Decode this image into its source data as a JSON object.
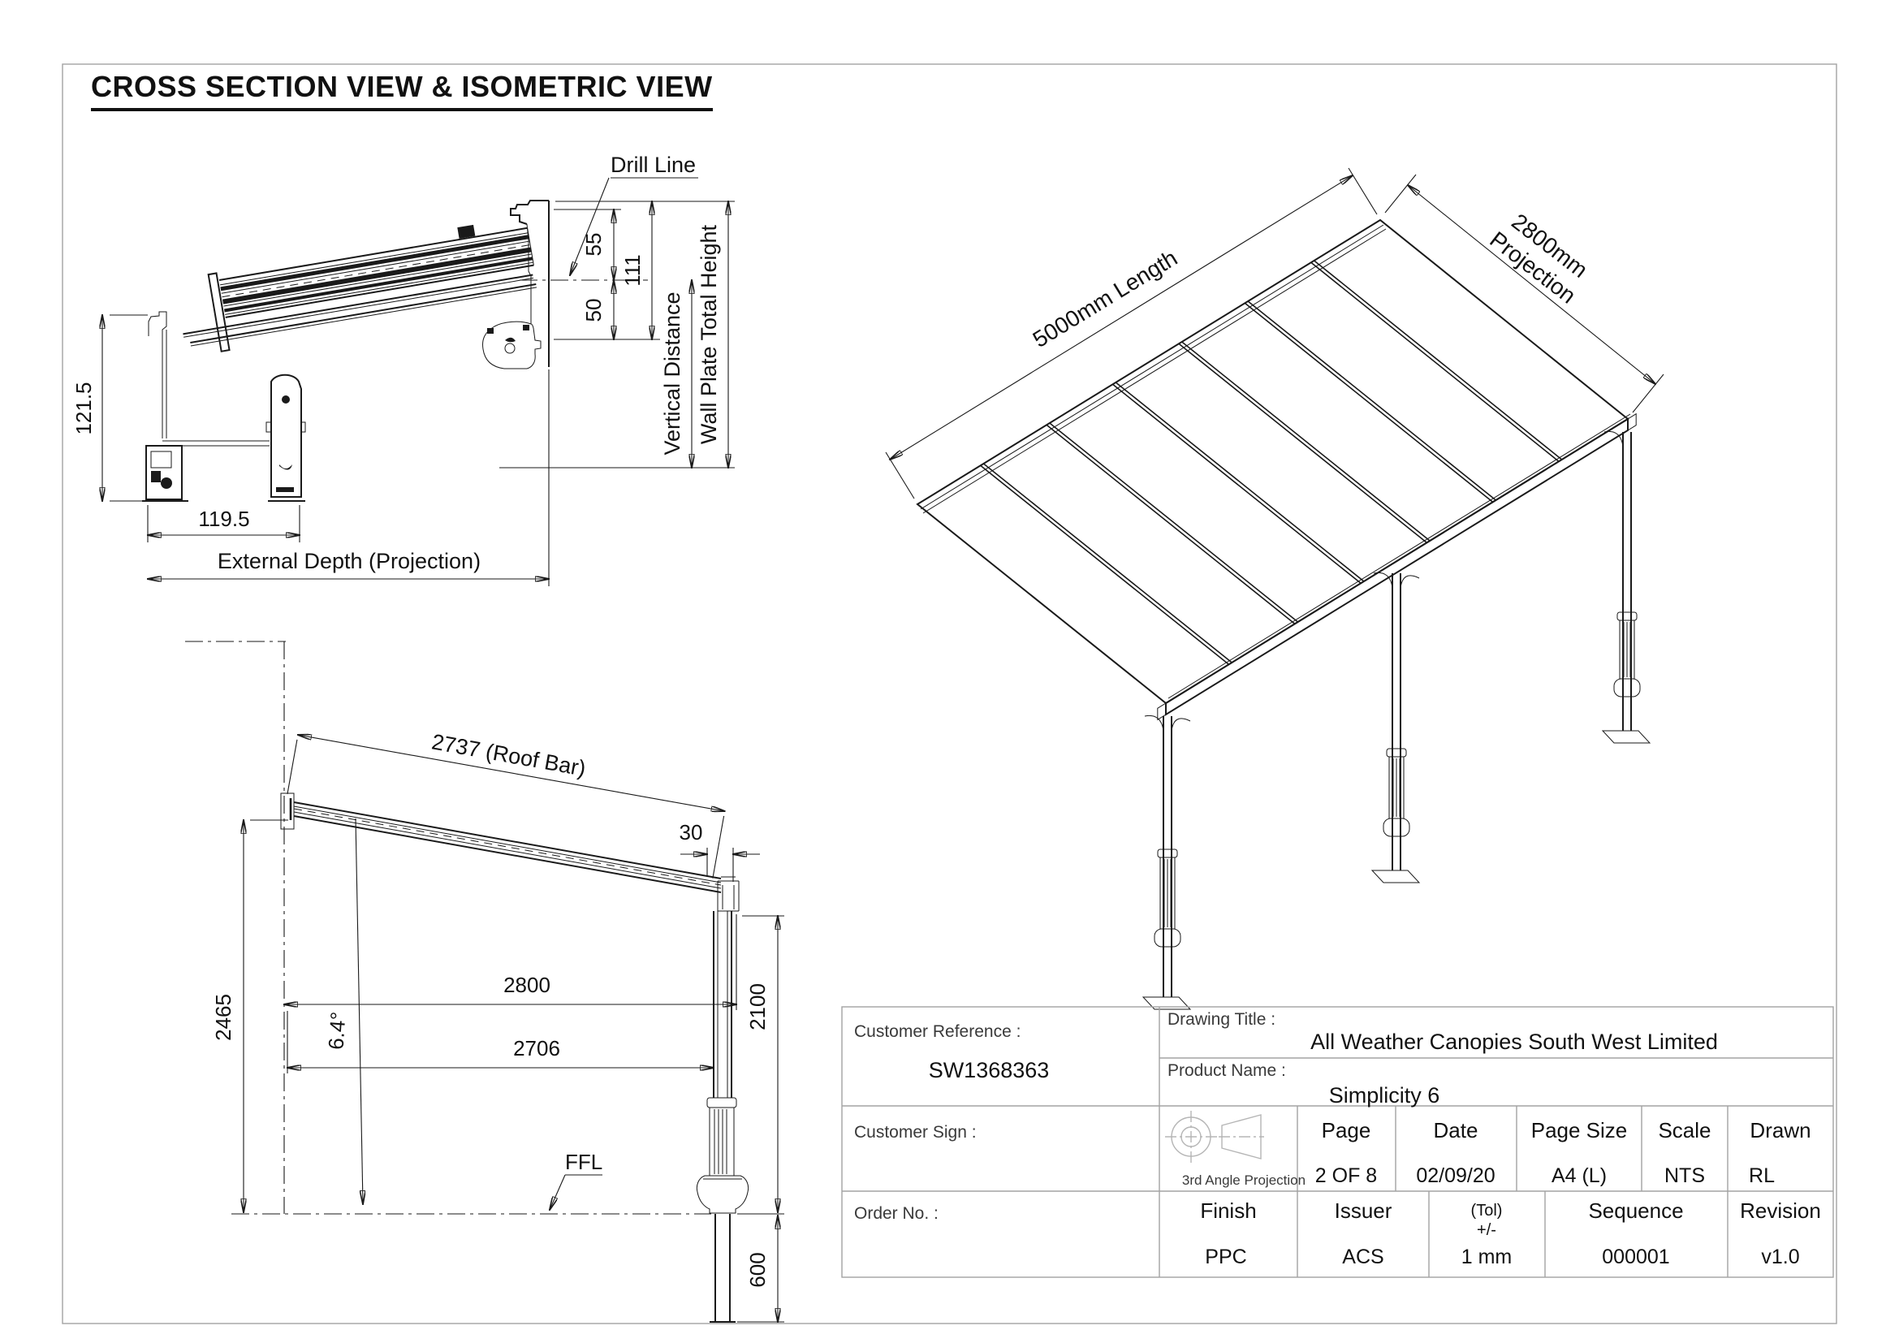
{
  "page": {
    "heading": "CROSS SECTION VIEW & ISOMETRIC VIEW"
  },
  "cross_section": {
    "drill_line_label": "Drill Line",
    "dim_55": "55",
    "dim_111": "111",
    "dim_50": "50",
    "vertical_distance_label": "Vertical Distance",
    "wall_plate_total_height_label": "Wall Plate Total Height",
    "dim_121_5": "121.5",
    "dim_119_5": "119.5",
    "external_depth_label": "External Depth (Projection)"
  },
  "side_view": {
    "roof_bar_dim": "2737 (Roof Bar)",
    "dim_30": "30",
    "dim_2800": "2800",
    "dim_2706": "2706",
    "dim_2465": "2465",
    "dim_2100": "2100",
    "dim_600": "600",
    "angle": "6.4°",
    "ffl_label": "FFL"
  },
  "isometric": {
    "length_dim": "5000mm Length",
    "projection_dim_line1": "2800mm",
    "projection_dim_line2": "Projection"
  },
  "title_block": {
    "customer_reference_label": "Customer Reference :",
    "customer_reference_value": "SW1368363",
    "customer_sign_label": "Customer Sign :",
    "order_no_label": "Order No. :",
    "drawing_title_label": "Drawing Title :",
    "drawing_title_value": "All Weather Canopies South West Limited",
    "product_name_label": "Product Name :",
    "product_name_value": "Simplicity 6",
    "projection_caption": "3rd Angle Projection",
    "page_label": "Page",
    "page_value": "2 OF 8",
    "date_label": "Date",
    "date_value": "02/09/20",
    "page_size_label": "Page Size",
    "page_size_value": "A4 (L)",
    "scale_label": "Scale",
    "scale_value": "NTS",
    "drawn_label": "Drawn",
    "drawn_value": "RL",
    "finish_label": "Finish",
    "finish_value": "PPC",
    "issuer_label": "Issuer",
    "issuer_value": "ACS",
    "tol_label": "(Tol)",
    "tol_label2": "+/-",
    "tol_value": "1 mm",
    "sequence_label": "Sequence",
    "sequence_value": "000001",
    "revision_label": "Revision",
    "revision_value": "v1.0"
  },
  "colors": {
    "line": "#1a1a1a",
    "frame": "#a3a3a3",
    "projection_symbol": "#b5b5b5",
    "text": "#111111"
  }
}
